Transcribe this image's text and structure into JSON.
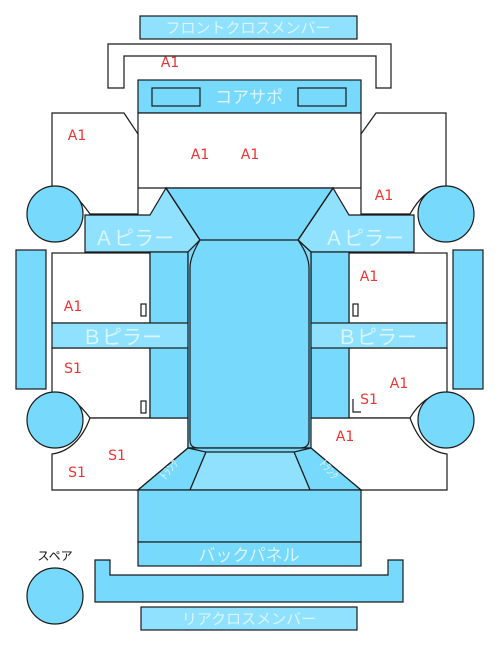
{
  "colors": {
    "part_fill": "#77d9fb",
    "label_text": "#d9f5ff",
    "mark_text": "#ee3333",
    "outline": "#1a1a1a"
  },
  "parts": {
    "front_cross_member": "フロントクロスメンバー",
    "core_support": "コアサポ",
    "a_pillar_left": "Ａピラー",
    "a_pillar_right": "Ａピラー",
    "b_pillar_left": "Ｂピラー",
    "b_pillar_right": "Ｂピラー",
    "back_panel": "バックパネル",
    "rear_cross_member": "リアクロスメンバー",
    "trunk_left": "ﾄﾗﾝｸ",
    "trunk_right": "ﾄﾗﾝｸ",
    "spare": "スペア"
  },
  "damage_marks": [
    {
      "code": "A1",
      "location": "front-cross-member"
    },
    {
      "code": "A1",
      "location": "front-left-fender"
    },
    {
      "code": "A1",
      "location": "hood-left"
    },
    {
      "code": "A1",
      "location": "hood-right"
    },
    {
      "code": "A1",
      "location": "front-right-fender"
    },
    {
      "code": "A1",
      "location": "right-front-door"
    },
    {
      "code": "A1",
      "location": "left-front-door"
    },
    {
      "code": "S1",
      "location": "left-rear-door"
    },
    {
      "code": "A1",
      "location": "right-rear-door"
    },
    {
      "code": "S1",
      "location": "right-rear-door-lower"
    },
    {
      "code": "A1",
      "location": "right-quarter-panel"
    },
    {
      "code": "S1",
      "location": "left-quarter-panel"
    },
    {
      "code": "S1",
      "location": "left-quarter-panel-lower"
    }
  ]
}
